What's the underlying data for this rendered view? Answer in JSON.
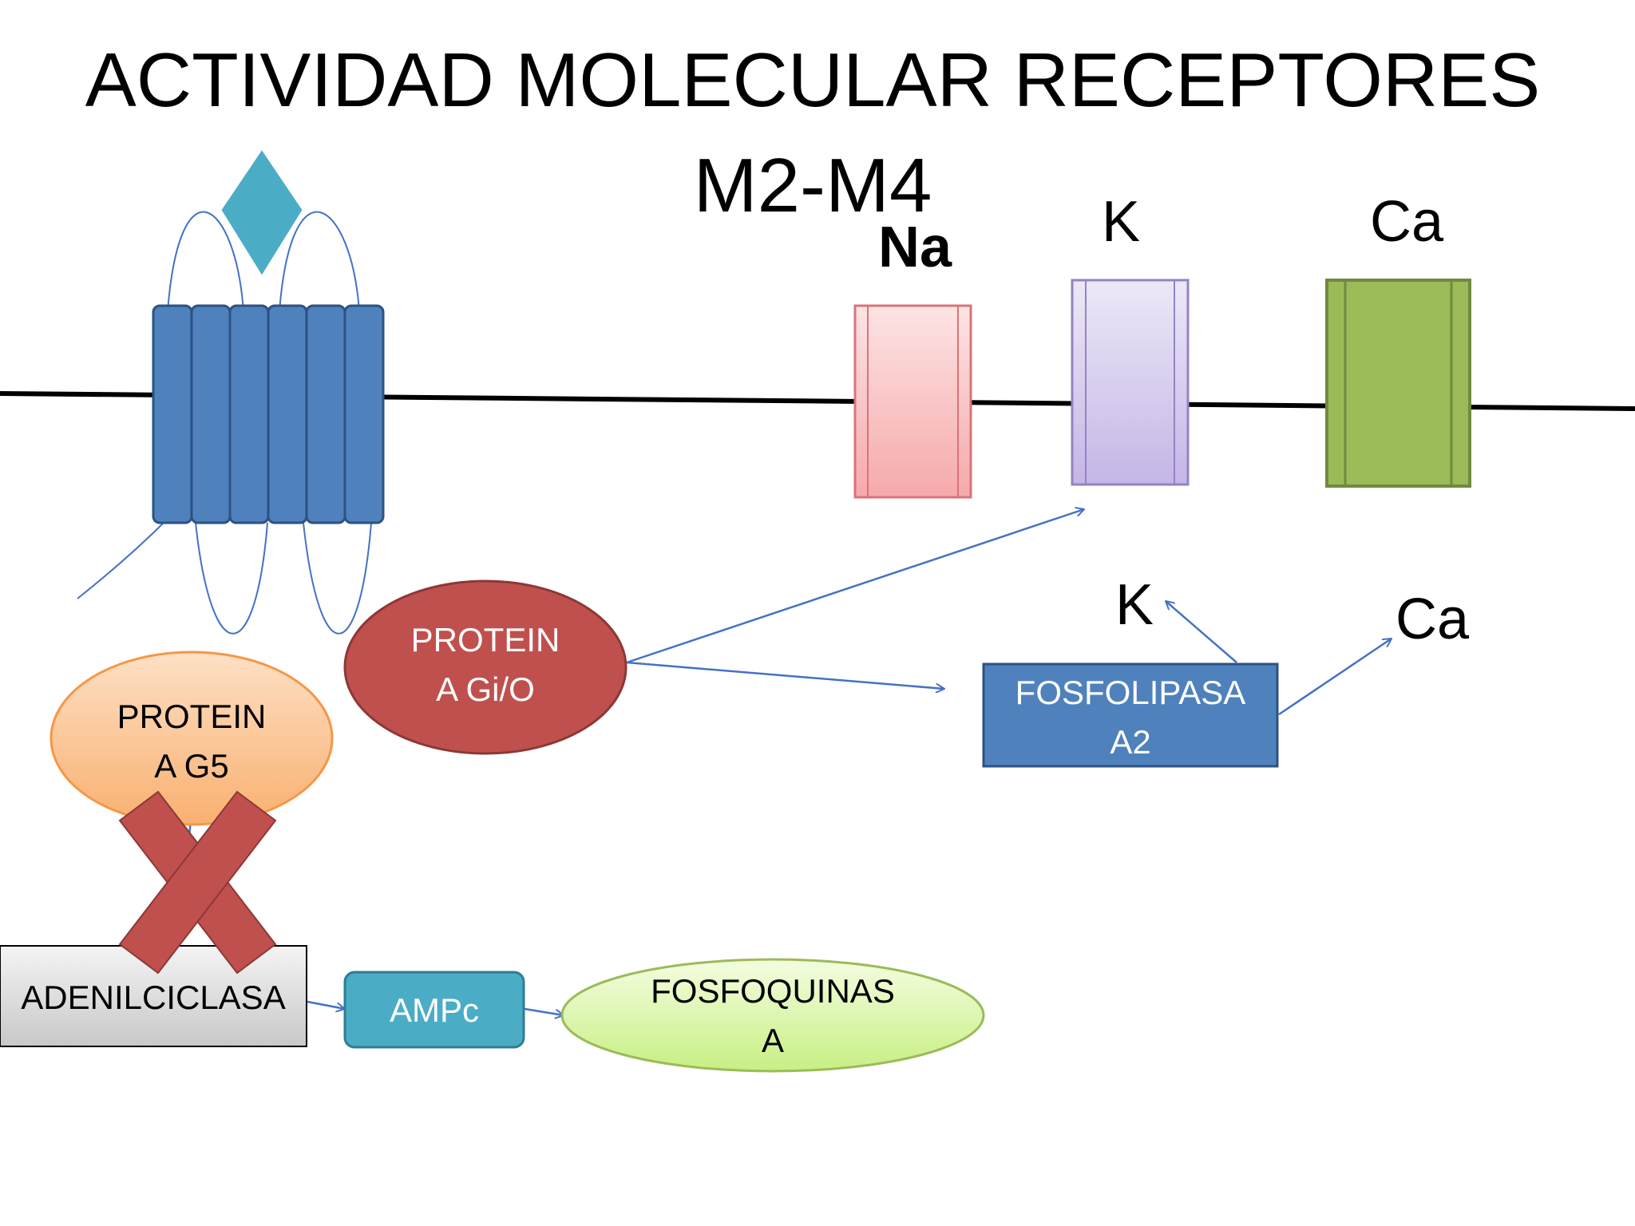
{
  "title": {
    "line1": "ACTIVIDAD MOLECULAR RECEPTORES",
    "line2": "M2-M4"
  },
  "channels": {
    "na": {
      "label": "Na",
      "fill": "#f9c9c9",
      "stroke": "#d9737a"
    },
    "k": {
      "label": "K",
      "fill": "#d7cdf0",
      "stroke": "#9683c3"
    },
    "ca": {
      "label": "Ca",
      "fill": "#9bbb59",
      "stroke": "#72893f"
    }
  },
  "receptor": {
    "helix_fill": "#4f81bd",
    "helix_stroke": "#2c5282",
    "ligand_fill": "#4bacc6"
  },
  "nodes": {
    "protein_gio": {
      "line1": "PROTEIN",
      "line2": "A Gi/O",
      "fill": "#c0504d"
    },
    "protein_g5": {
      "line1": "PROTEIN",
      "line2": "A G5",
      "fill": "#fac090"
    },
    "fosfolipasa": {
      "line1": "FOSFOLIPASA",
      "line2": "A2",
      "fill": "#4f81bd"
    },
    "adenilciclasa": {
      "label": "ADENILCICLASA"
    },
    "ampc": {
      "label": "AMPc",
      "fill": "#4bacc6"
    },
    "fosfoquinasa": {
      "line1": "FOSFOQUINAS",
      "line2": "A",
      "fill": "#d7f5a0"
    }
  },
  "products": {
    "k": "K",
    "ca": "Ca"
  },
  "inhibition_mark": {
    "icon": "x-mark-icon",
    "fill": "#c0504d"
  }
}
